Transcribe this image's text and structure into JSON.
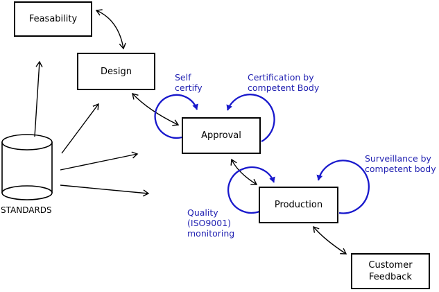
{
  "diagram": {
    "colors": {
      "background": "#ffffff",
      "node_border": "#000000",
      "arrow_black": "#000000",
      "annotation_blue": "#2222b2",
      "loop_blue": "#1818cc"
    },
    "nodes": {
      "feasability": {
        "label": "Feasability"
      },
      "design": {
        "label": "Design"
      },
      "approval": {
        "label": "Approval"
      },
      "production": {
        "label": "Production"
      },
      "customer_feedback": {
        "lines": [
          "Customer",
          "Feedback"
        ]
      },
      "standards": {
        "label": "STANDARDS",
        "shape": "cylinder"
      }
    },
    "annotations": {
      "self_certify": {
        "lines": [
          "Self",
          "certify"
        ]
      },
      "certification": {
        "lines": [
          "Certification by",
          "competent Body"
        ]
      },
      "surveillance": {
        "lines": [
          "Surveillance by",
          "competent body"
        ]
      },
      "quality_monitoring": {
        "lines": [
          "Quality",
          "(ISO9001)",
          "monitoring"
        ]
      }
    }
  }
}
